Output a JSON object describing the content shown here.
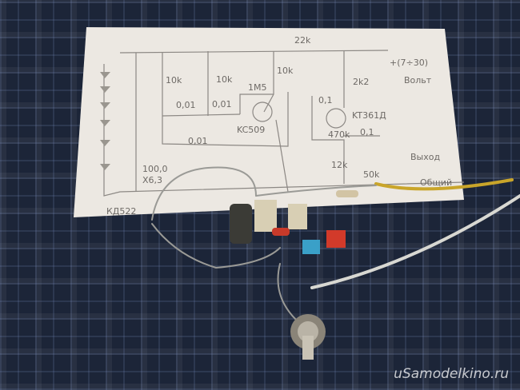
{
  "schematic": {
    "r_top": "22k",
    "supply": "+(7÷30)",
    "supply_unit": "Вольт",
    "r1": "10k",
    "r2": "10k",
    "r3": "10k",
    "r_fb": "1M5",
    "r_col": "2k2",
    "c1": "0,01",
    "c2": "0,01",
    "c3": "0,01",
    "c_couple": "0,1",
    "q1": "KC509",
    "q2": "KT361Д",
    "r_bias": "470k",
    "c_out": "0,1",
    "r_em": "12k",
    "pot": "50k",
    "out_label": "Выход",
    "gnd_label": "Общий",
    "c_filter": "100,0",
    "c_filter_v": "X6,3",
    "diode": "КД522"
  },
  "watermark": "uSamodelkino.ru"
}
